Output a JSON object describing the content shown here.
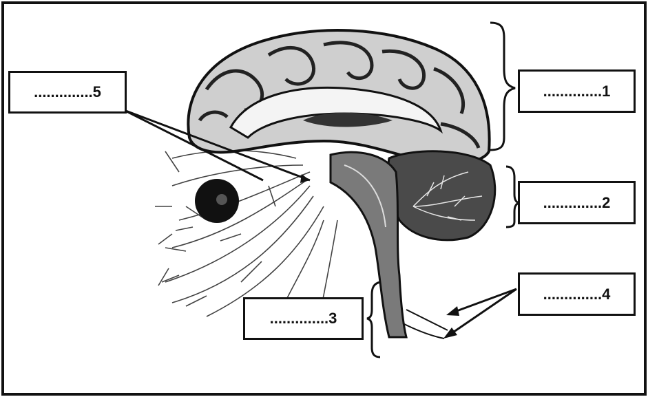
{
  "labels": {
    "l1": "..............1",
    "l2": "..............2",
    "l3": "..............3",
    "l4": "..............4",
    "l5": "..............5"
  },
  "colors": {
    "ink": "#111111",
    "paper": "#ffffff",
    "shade": "#555555"
  }
}
